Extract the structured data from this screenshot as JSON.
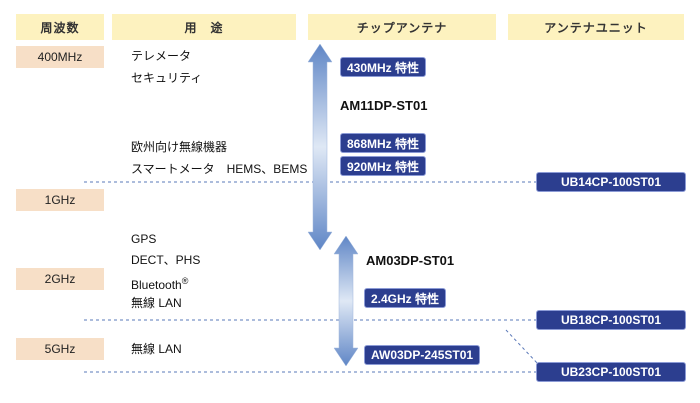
{
  "headers": {
    "frequency": "周波数",
    "use": "用　途",
    "chip_antenna": "チップアンテナ",
    "antenna_unit": "アンテナユニット"
  },
  "frequencies": [
    "400MHz",
    "1GHz",
    "2GHz",
    "5GHz"
  ],
  "uses": {
    "telemeter": "テレメータ",
    "security": "セキュリティ",
    "eu_wireless": "欧州向け無線機器",
    "smart_meter": "スマートメータ　HEMS、BEMS",
    "gps": "GPS",
    "dect_phs": "DECT、PHS",
    "bluetooth": "Bluetooth",
    "registered": "®",
    "wlan_2g": "無線 LAN",
    "wlan_5g": "無線 LAN"
  },
  "chip_antennas": {
    "am11": "AM11DP-ST01",
    "am03": "AM03DP-ST01"
  },
  "characteristics": [
    "430MHz 特性",
    "868MHz 特性",
    "920MHz 特性",
    "2.4GHz 特性"
  ],
  "aw_part": "AW03DP-245ST01",
  "antenna_units": [
    "UB14CP-100ST01",
    "UB18CP-100ST01",
    "UB23CP-100ST01"
  ],
  "colors": {
    "header_bg": "#fdf2bf",
    "freq_bg": "#f7dfc7",
    "badge_bg": "#2c3e8f",
    "arrow": "#7f9fcf",
    "dashed_line": "#5a78b8"
  }
}
